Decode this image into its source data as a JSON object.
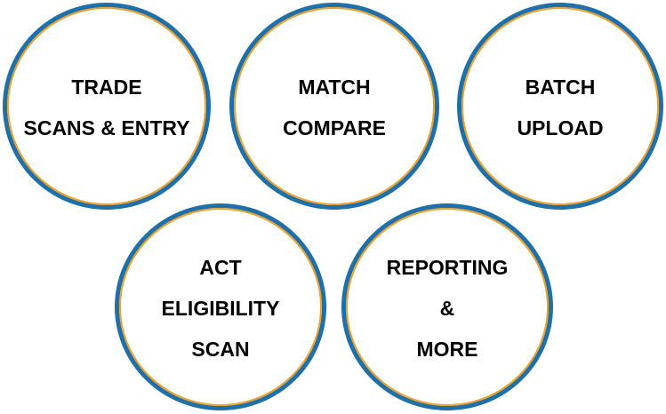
{
  "colors": {
    "circle_outer": "#1f6fa8",
    "circle_inner": "#f0a12a",
    "text": "#000000"
  },
  "circles": [
    {
      "lines": [
        "TRADE",
        "SCANS & ENTRY"
      ]
    },
    {
      "lines": [
        "MATCH",
        "COMPARE"
      ]
    },
    {
      "lines": [
        "BATCH",
        "UPLOAD"
      ]
    },
    {
      "lines": [
        "ACT",
        "ELIGIBILITY",
        "SCAN"
      ]
    },
    {
      "lines": [
        "REPORTING",
        "&",
        "MORE"
      ]
    }
  ]
}
